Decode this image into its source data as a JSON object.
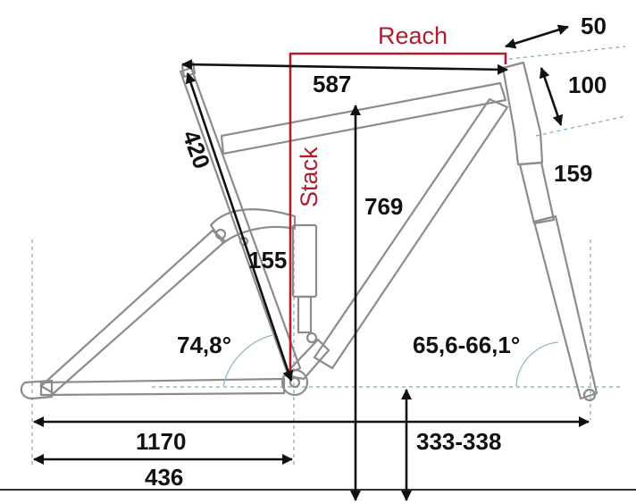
{
  "labels": {
    "reach": "Reach",
    "stack": "Stack",
    "stem_length": "50",
    "spacer_height": "100",
    "top_tube": "587",
    "seat_tube": "420",
    "headtube": "159",
    "stack_value": "769",
    "shock_length": "155",
    "seat_angle": "74,8°",
    "head_angle": "65,6-66,1°",
    "wheelbase": "1170",
    "chainstay": "436",
    "bb_height": "333-338"
  },
  "colors": {
    "accent_red": "#b01b2e",
    "frame_gray": "#8c8c8c",
    "dimension_black": "#111111",
    "guide_blue": "#7fa8bd"
  }
}
